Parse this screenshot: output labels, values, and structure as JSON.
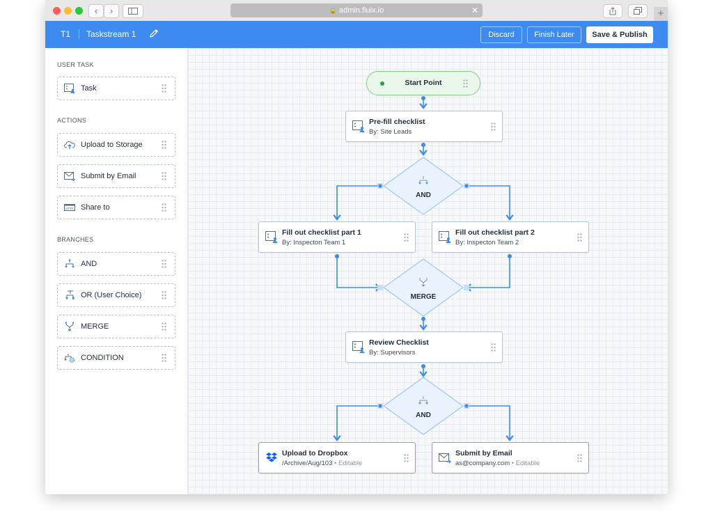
{
  "browser": {
    "url": "admin.fluix.io",
    "back_label": "‹",
    "forward_label": "›"
  },
  "header": {
    "id_label": "T1",
    "title": "Taskstream 1",
    "discard_label": "Discard",
    "finish_later_label": "Finish Later",
    "save_publish_label": "Save & Publish",
    "accent": "#3d8bf0"
  },
  "sidebar": {
    "sections": [
      {
        "title": "USER TASK",
        "items": [
          {
            "label": "Task",
            "icon": "task-icon"
          }
        ]
      },
      {
        "title": "ACTIONS",
        "items": [
          {
            "label": "Upload to Storage",
            "icon": "cloud-upload-icon"
          },
          {
            "label": "Submit by Email",
            "icon": "email-icon"
          },
          {
            "label": "Share to",
            "icon": "http-icon"
          }
        ]
      },
      {
        "title": "BRANCHES",
        "items": [
          {
            "label": "AND",
            "icon": "and-branch-icon"
          },
          {
            "label": "OR (User Choice)",
            "icon": "or-branch-icon"
          },
          {
            "label": "MERGE",
            "icon": "merge-icon"
          },
          {
            "label": "CONDITION",
            "icon": "condition-icon"
          }
        ]
      }
    ]
  },
  "canvas": {
    "start": {
      "label": "Start Point"
    },
    "nodes": [
      {
        "title": "Pre-fill checklist",
        "by_label": "By:",
        "assignee": "Site Leads"
      },
      {
        "title": "Fill out checklist part 1",
        "by_label": "By:",
        "assignee": "Inspecton Team 1"
      },
      {
        "title": "Fill out checklist part 2",
        "by_label": "By:",
        "assignee": "Inspecton Team 2"
      },
      {
        "title": "Review Checklist",
        "by_label": "By:",
        "assignee": "Supervisors"
      },
      {
        "title": "Upload to Dropbox",
        "path": "/Archive/Aug/103",
        "status": "Editable"
      },
      {
        "title": "Submit by Email",
        "path": "as@company.com",
        "status": "Editable"
      }
    ],
    "decisions": [
      {
        "label": "AND"
      },
      {
        "label": "MERGE"
      },
      {
        "label": "AND"
      }
    ],
    "colors": {
      "connector": "#3d8bf0",
      "start_fill": "#e9f8ea",
      "action_border": "#a68fe0"
    }
  }
}
